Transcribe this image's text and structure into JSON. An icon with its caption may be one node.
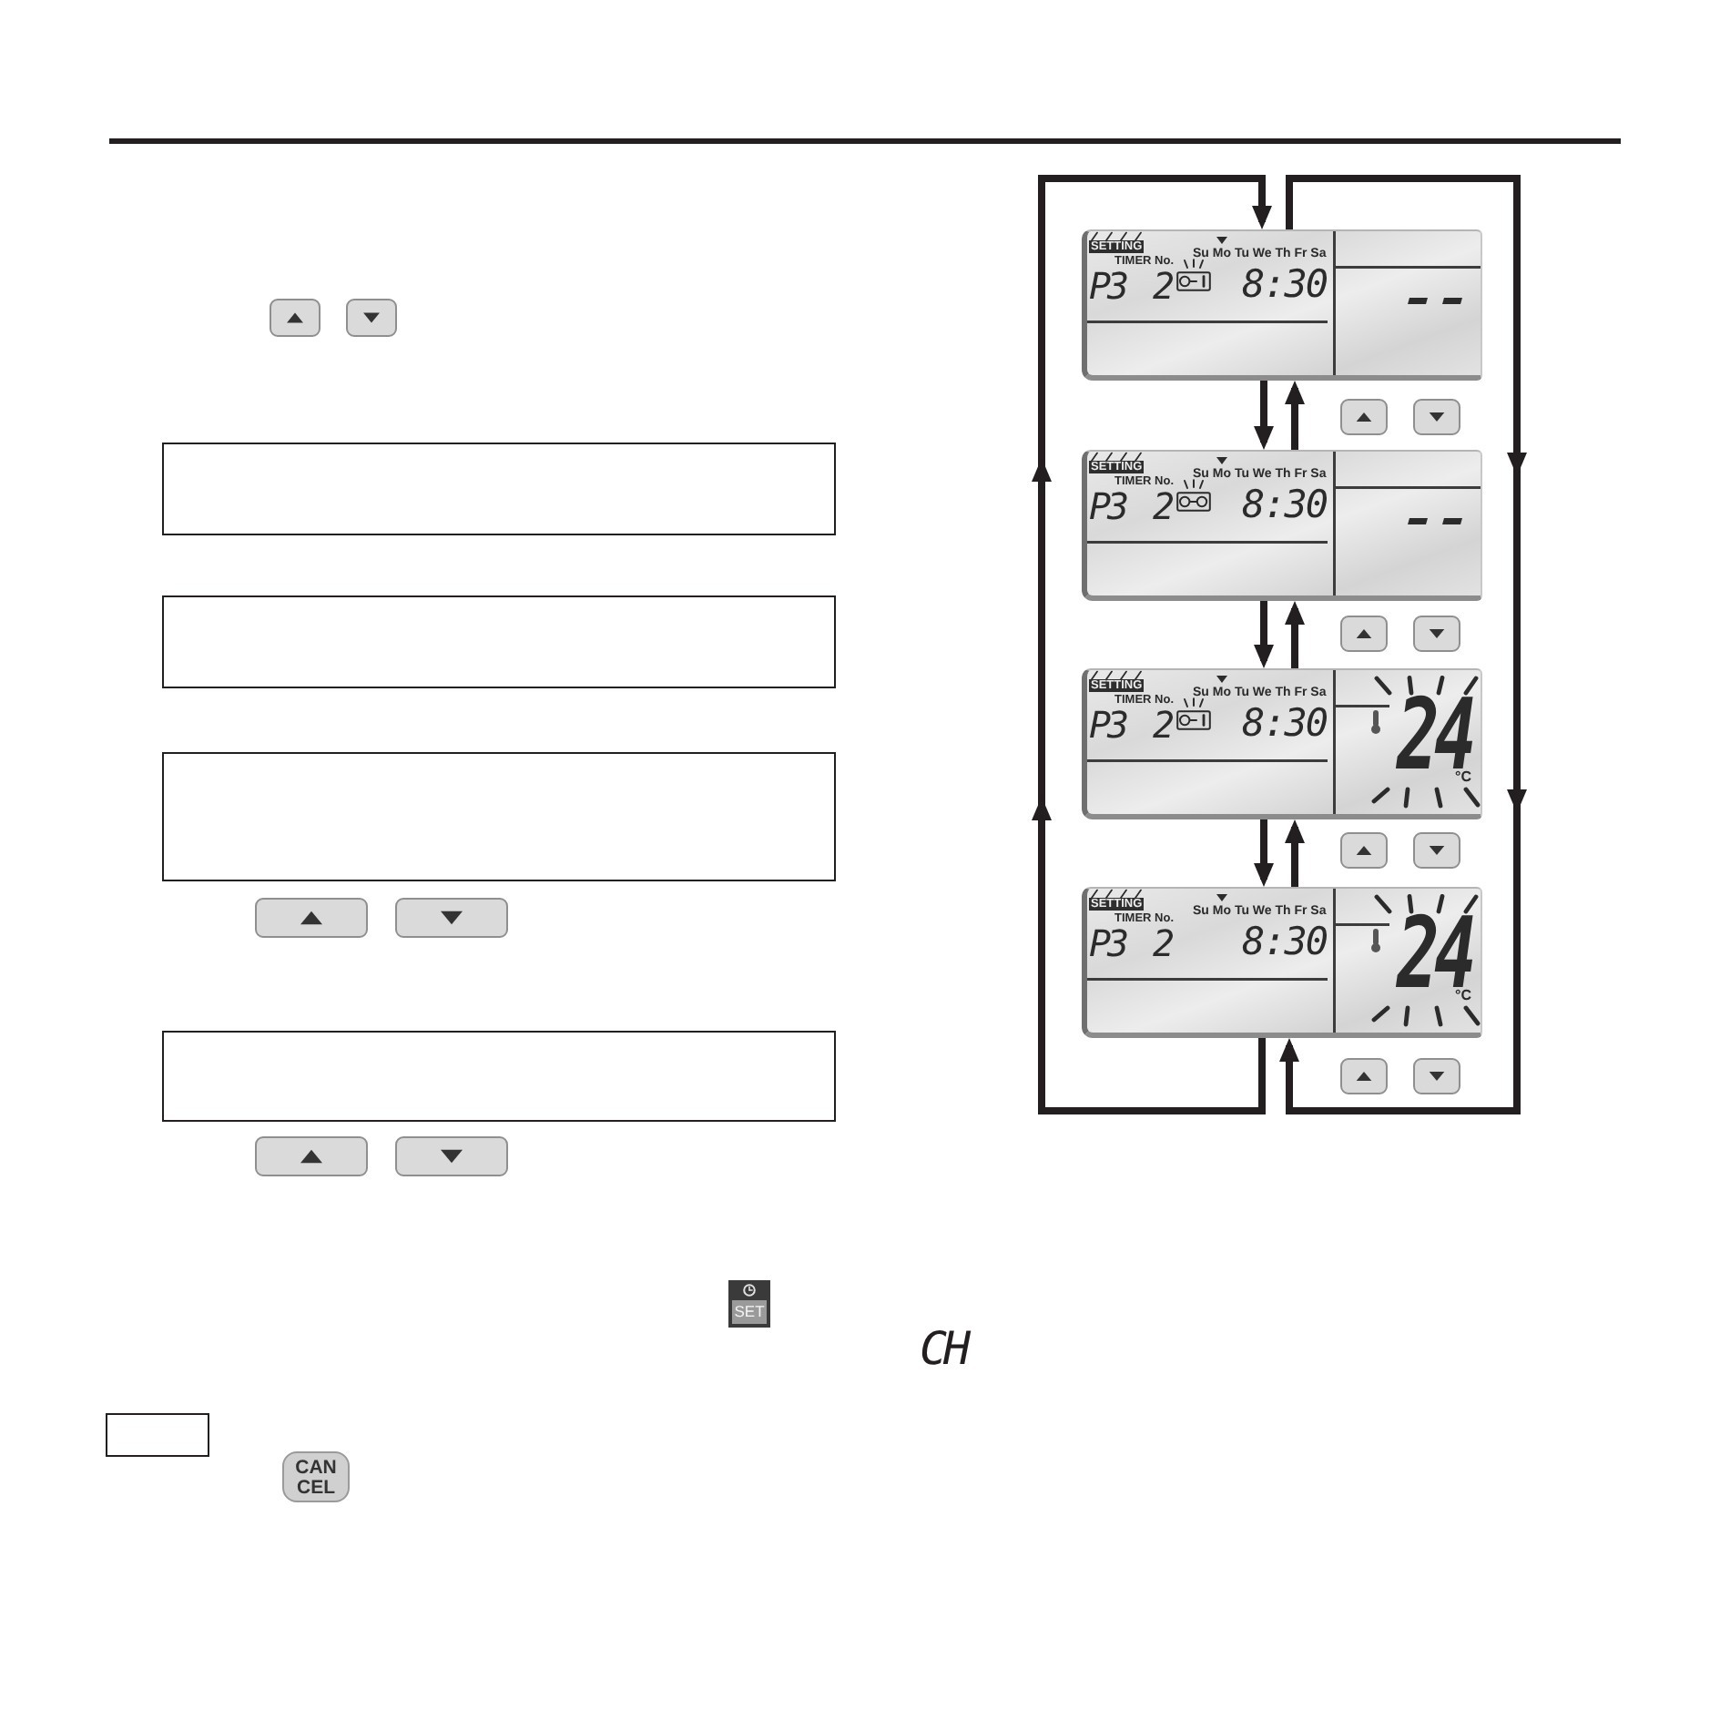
{
  "diagram": {
    "nodes": [
      {
        "text": [],
        "shape": "box"
      },
      {
        "text": [],
        "shape": "box"
      },
      {
        "text": [],
        "shape": "box"
      },
      {
        "text": [],
        "shape": "box"
      },
      {
        "text": [
          "SETTING",
          "Su Mo Tu We Th Fr Sa",
          "TIMER No.",
          "P3",
          "2",
          "8:30"
        ]
      },
      {
        "text": [
          "SETTING",
          "Su Mo Tu We Th Fr Sa",
          "TIMER No.",
          "P3",
          "2",
          "8:30"
        ]
      },
      {
        "text": [
          "SETTING",
          "Su Mo Tu We Th Fr Sa",
          "TIMER No.",
          "P3",
          "2",
          "8:30",
          "24",
          "°C"
        ]
      },
      {
        "text": [
          "SETTING",
          "Su Mo Tu We Th Fr Sa",
          "TIMER No.",
          "P3",
          "2",
          "8:30",
          "24",
          "°C"
        ]
      },
      {
        "text": [],
        "shape": "box"
      }
    ],
    "edges": [
      {
        "from": 7,
        "to": 4,
        "arrow": "to"
      },
      {
        "from": 4,
        "to": 7,
        "arrow": "to"
      },
      {
        "from": 4,
        "to": 5,
        "arrow": "to"
      },
      {
        "from": 5,
        "to": 4,
        "arrow": "to"
      },
      {
        "from": 5,
        "to": 6,
        "arrow": "to"
      },
      {
        "from": 6,
        "to": 5,
        "arrow": "to"
      },
      {
        "from": 6,
        "to": 7,
        "arrow": "to"
      },
      {
        "from": 7,
        "to": 6,
        "arrow": "to"
      }
    ],
    "labels": [
      "SET",
      "CH",
      "CAN CEL"
    ]
  }
}
